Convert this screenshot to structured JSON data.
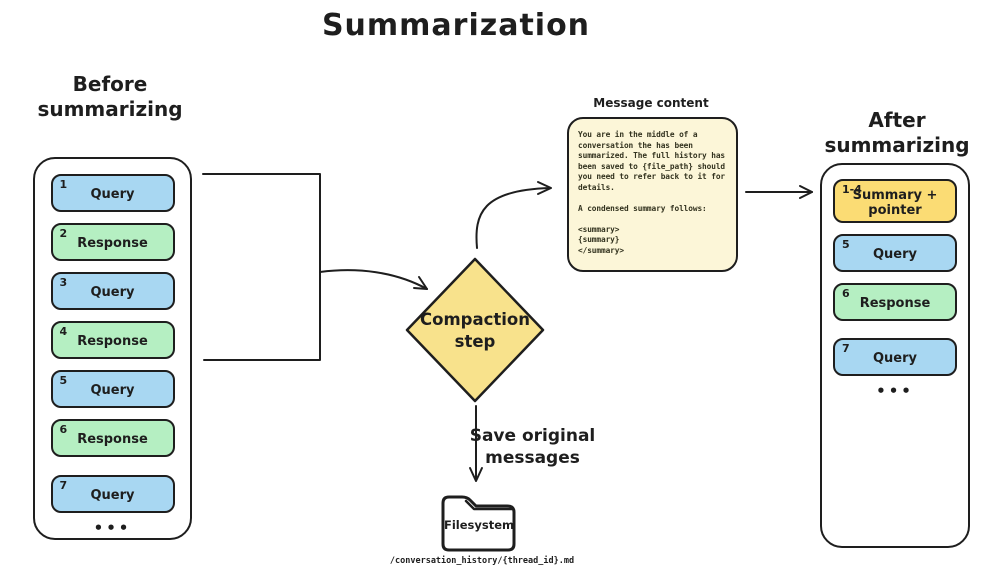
{
  "title": "Summarization",
  "colors": {
    "stroke": "#1e1e1e",
    "blue": "#a8d7f2",
    "green": "#b5efc2",
    "yellow": "#fbdc74",
    "diamond_fill": "#f8e28c",
    "note_fill": "#fcf6d8"
  },
  "before": {
    "heading": "Before\nsummarizing",
    "messages": [
      {
        "num": "1",
        "label": "Query",
        "type": "query"
      },
      {
        "num": "2",
        "label": "Response",
        "type": "response"
      },
      {
        "num": "3",
        "label": "Query",
        "type": "query"
      },
      {
        "num": "4",
        "label": "Response",
        "type": "response"
      },
      {
        "num": "5",
        "label": "Query",
        "type": "query"
      },
      {
        "num": "6",
        "label": "Response",
        "type": "response"
      },
      {
        "num": "7",
        "label": "Query",
        "type": "query"
      }
    ],
    "ellipsis": "•••"
  },
  "after": {
    "heading": "After\nsummarizing",
    "messages": [
      {
        "num": "1-4",
        "label": "Summary +\npointer",
        "type": "summary"
      },
      {
        "num": "5",
        "label": "Query",
        "type": "query"
      },
      {
        "num": "6",
        "label": "Response",
        "type": "response"
      },
      {
        "num": "7",
        "label": "Query",
        "type": "query"
      }
    ],
    "ellipsis": "•••"
  },
  "compaction": {
    "label": "Compaction\nstep"
  },
  "note": {
    "title": "Message content",
    "body": "You are in the middle of a\nconversation the has been\nsummarized. The full history has\nbeen saved to {file_path} should\nyou need to refer back to it for\ndetails.\n\nA condensed summary follows:\n\n<summary>\n{summary}\n</summary>"
  },
  "save_label": "Save original\nmessages",
  "folder_label": "Filesystem",
  "caption": "/conversation_history/{thread_id}.md"
}
